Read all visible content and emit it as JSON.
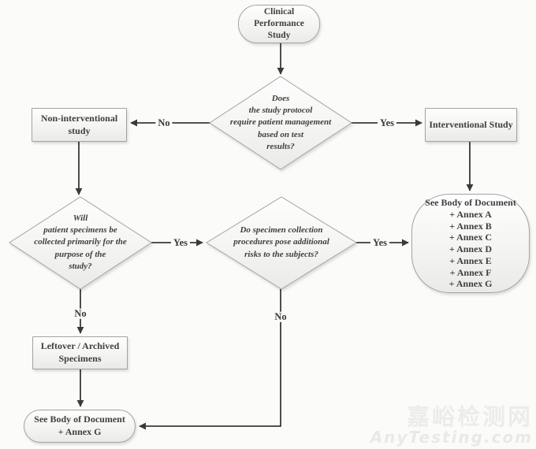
{
  "page": {
    "background": "#fbfbf9",
    "arrow_color": "#3a3a3a",
    "node_border": "#a3a3a1",
    "text_color": "#3f3f3f"
  },
  "nodes": {
    "start": {
      "label": "Clinical\nPerformance\nStudy"
    },
    "decision_protocol": {
      "label": "Does\nthe study protocol\nrequire patient management\nbased on test\nresults?"
    },
    "non_interventional": {
      "label": "Non-interventional\nstudy"
    },
    "interventional": {
      "label": "Interventional Study"
    },
    "see_body_all_annexes": {
      "label": "See Body of Document\n+ Annex A\n+ Annex B\n+ Annex C\n+ Annex D\n+ Annex E\n+ Annex F\n+ Annex G"
    },
    "decision_specimens": {
      "label": "Will\npatient specimens be\ncollected primarily for the\npurpose of the\nstudy?"
    },
    "decision_risks": {
      "label": "Do specimen collection\nprocedures pose additional\nrisks to the subjects?"
    },
    "leftover": {
      "label": "Leftover / Archived\nSpecimens"
    },
    "see_body_annex_g": {
      "label": "See Body of Document\n+ Annex G"
    }
  },
  "edge_labels": {
    "protocol_no": "No",
    "protocol_yes": "Yes",
    "specimens_yes": "Yes",
    "risks_yes": "Yes",
    "specimens_no": "No",
    "risks_no": "No"
  },
  "watermark": {
    "line1": "嘉峪检测网",
    "line2": "AnyTesting.com"
  }
}
